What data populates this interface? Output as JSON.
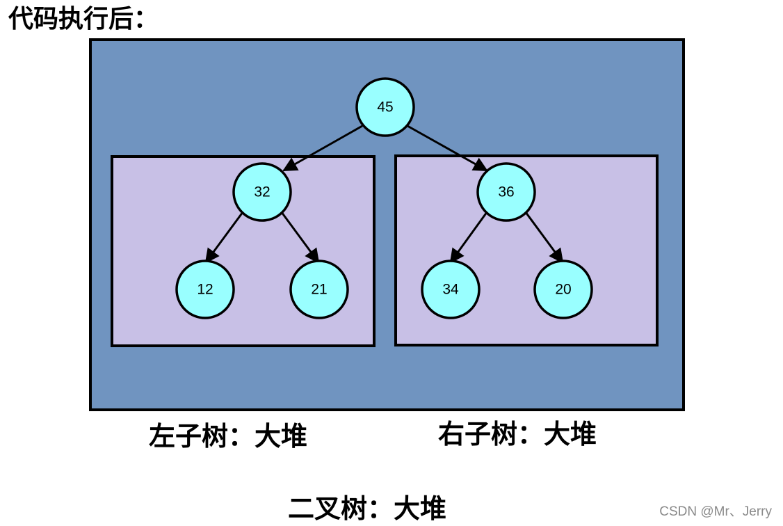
{
  "heading": "代码执行后：",
  "colors": {
    "outer_box": "#7094c0",
    "subtree_box": "#c8c0e6",
    "node_fill": "#99ffff",
    "stroke": "#000000"
  },
  "tree": {
    "root": "45",
    "left": "32",
    "right": "36",
    "left_left": "12",
    "left_right": "21",
    "right_left": "34",
    "right_right": "20"
  },
  "captions": {
    "left_subtree": "左子树：大堆",
    "right_subtree": "右子树：大堆",
    "whole_tree": "二叉树：大堆"
  },
  "watermark": "CSDN @Mr、Jerry"
}
